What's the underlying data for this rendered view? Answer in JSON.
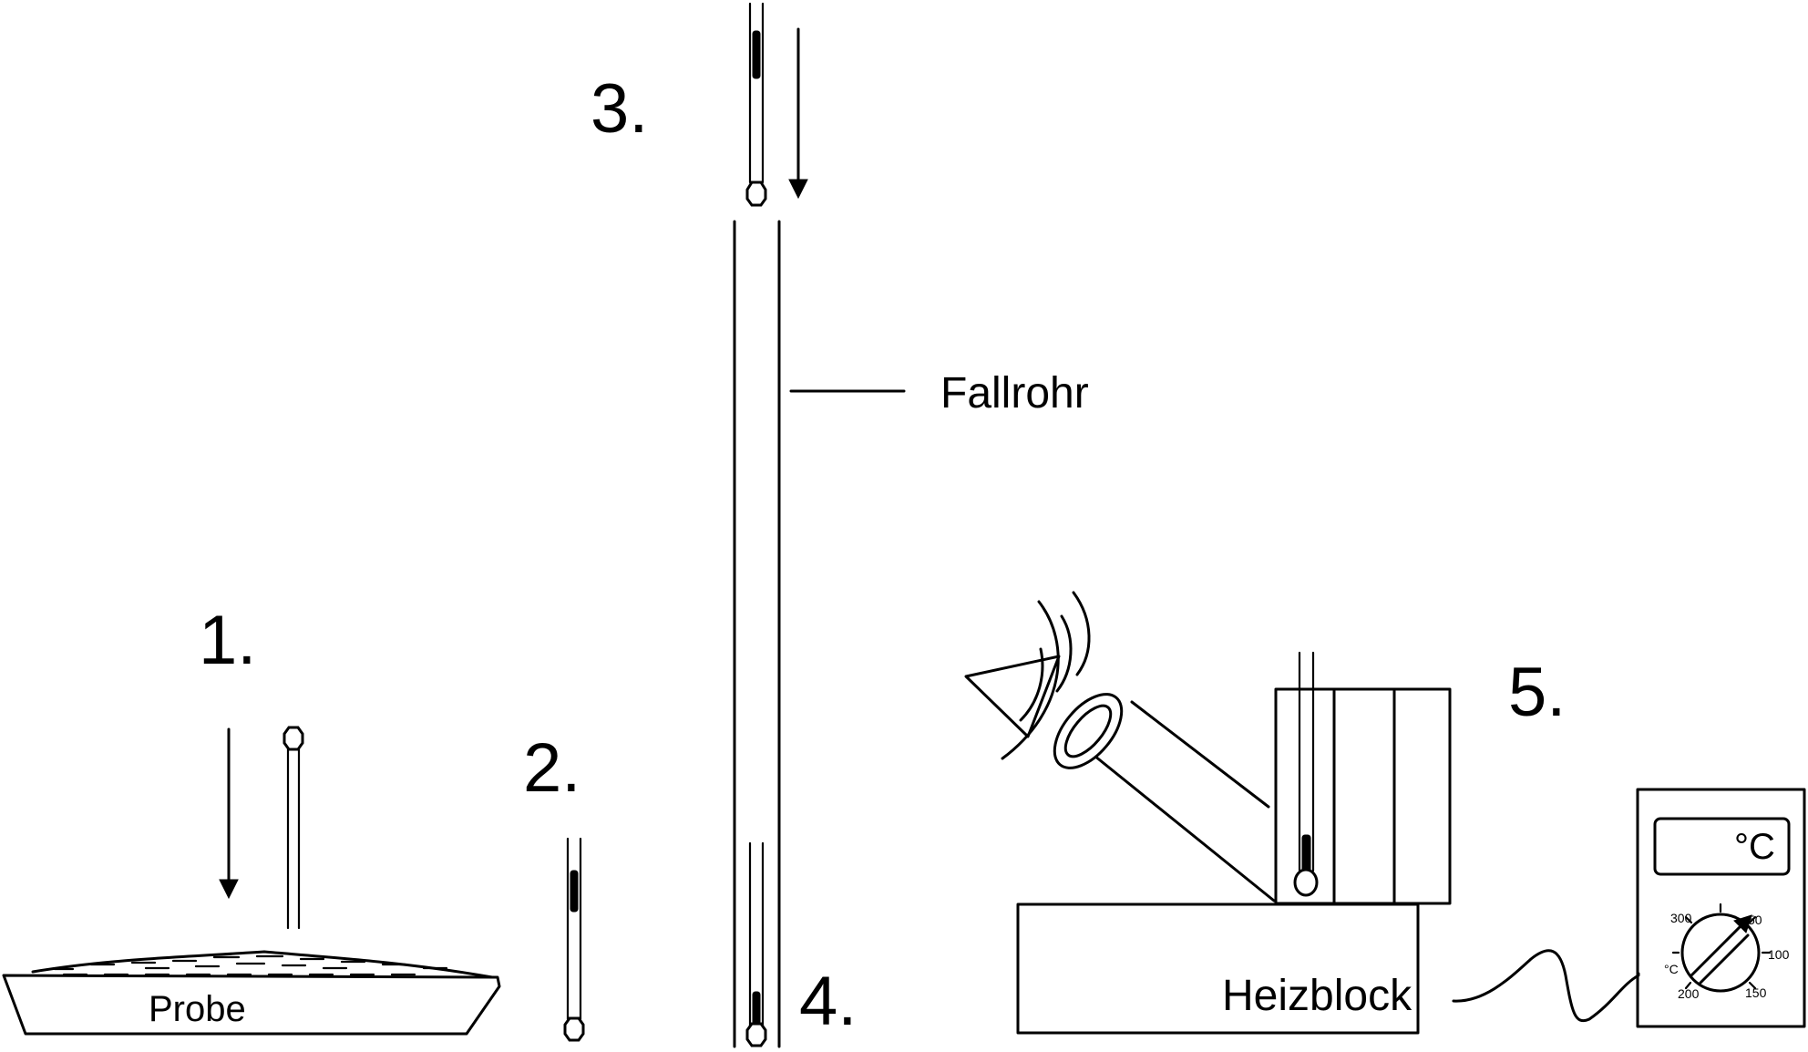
{
  "steps": {
    "step1": "1.",
    "step2": "2.",
    "step3": "3.",
    "step4": "4.",
    "step5": "5."
  },
  "labels": {
    "sample": "Probe",
    "drop_tube": "Fallrohr",
    "heating_block": "Heizblock"
  },
  "thermometer_unit": {
    "display_unit": "°C",
    "dial_unit": "°C",
    "dial_ticks": [
      "300",
      "50",
      "100",
      "150",
      "200"
    ]
  }
}
